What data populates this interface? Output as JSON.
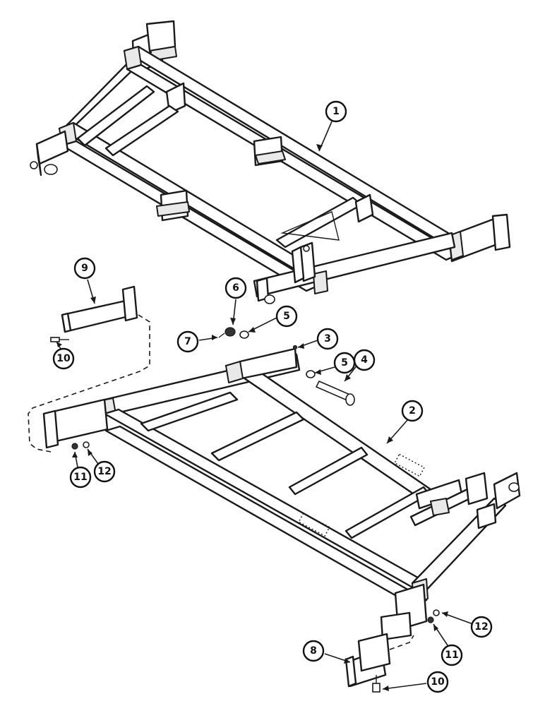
{
  "callouts": [
    {
      "id": "c1",
      "label": "1"
    },
    {
      "id": "c2",
      "label": "2"
    },
    {
      "id": "c3",
      "label": "3"
    },
    {
      "id": "c4",
      "label": "4"
    },
    {
      "id": "c5a",
      "label": "5"
    },
    {
      "id": "c5b",
      "label": "5"
    },
    {
      "id": "c6",
      "label": "6"
    },
    {
      "id": "c7",
      "label": "7"
    },
    {
      "id": "c8",
      "label": "8"
    },
    {
      "id": "c9",
      "label": "9"
    },
    {
      "id": "c10a",
      "label": "10"
    },
    {
      "id": "c10b",
      "label": "10"
    },
    {
      "id": "c11a",
      "label": "11"
    },
    {
      "id": "c11b",
      "label": "11"
    },
    {
      "id": "c12a",
      "label": "12"
    },
    {
      "id": "c12b",
      "label": "12"
    }
  ]
}
